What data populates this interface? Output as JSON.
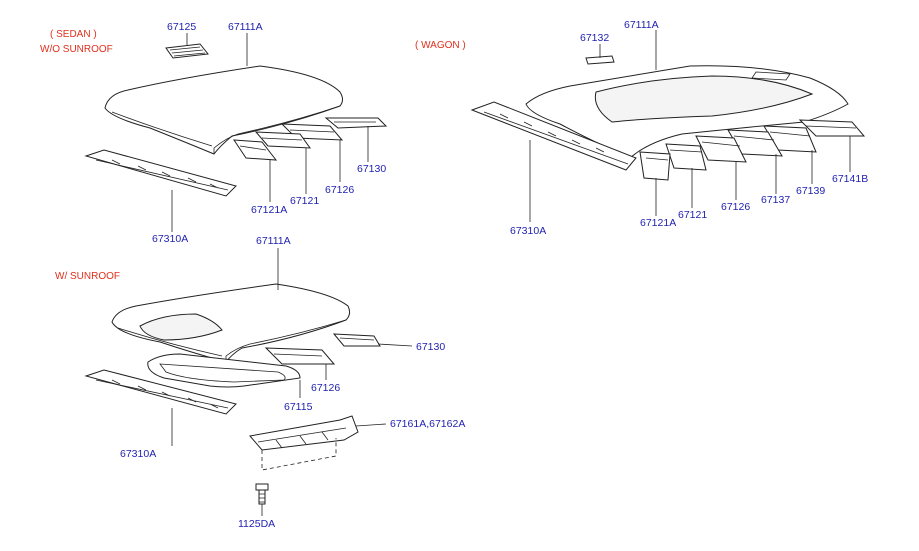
{
  "sections": {
    "sedan": {
      "title": "( SEDAN )",
      "subtitle": "W/O SUNROOF",
      "parts": {
        "p67125": "67125",
        "p67111A": "67111A",
        "p67130": "67130",
        "p67126": "67126",
        "p67121": "67121",
        "p67121A": "67121A",
        "p67310A": "67310A"
      }
    },
    "wagon": {
      "title": "( WAGON )",
      "parts": {
        "p67132": "67132",
        "p67111A": "67111A",
        "p67310A": "67310A",
        "p67121A": "67121A",
        "p67121": "67121",
        "p67126": "67126",
        "p67137": "67137",
        "p67139": "67139",
        "p67141B": "67141B"
      }
    },
    "sunroof": {
      "title": "W/ SUNROOF",
      "parts": {
        "p67111A": "67111A",
        "p67130": "67130",
        "p67126": "67126",
        "p67115": "67115",
        "p67310A": "67310A",
        "p67161A": "67161A,67162A",
        "p1125DA": "1125DA"
      }
    }
  }
}
